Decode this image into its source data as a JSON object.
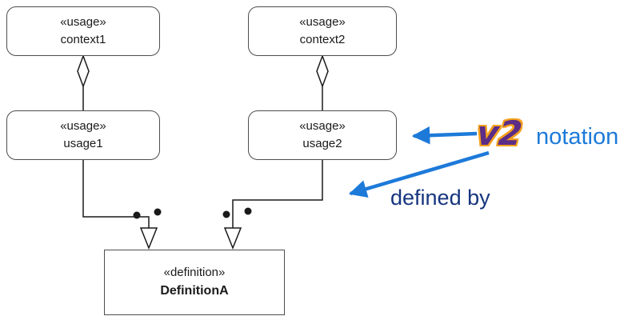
{
  "diagram": {
    "nodes": {
      "context1": {
        "stereotype": "«usage»",
        "name": "context1"
      },
      "context2": {
        "stereotype": "«usage»",
        "name": "context2"
      },
      "usage1": {
        "stereotype": "«usage»",
        "name": "usage1"
      },
      "usage2": {
        "stereotype": "«usage»",
        "name": "usage2"
      },
      "definitionA": {
        "stereotype": "«definition»",
        "name": "DefinitionA"
      }
    },
    "annotations": {
      "v2_label": "v2",
      "notation_label": "notation",
      "defined_by_label": "defined by"
    },
    "colors": {
      "connector": "#1a1a1a",
      "box_border": "#4d4d4d",
      "annotation_blue": "#1d7ad9",
      "defined_by_blue": "#16357e",
      "v2_purple": "#5c2d87",
      "v2_orange": "#f4a01c"
    }
  }
}
